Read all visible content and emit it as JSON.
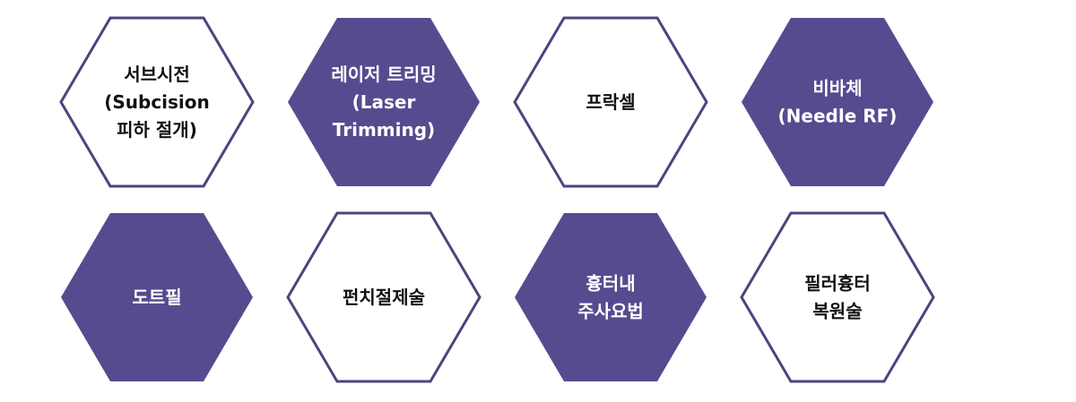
{
  "colors": {
    "accent": "#574a8f",
    "outline": "#4e437f",
    "text_on_accent": "#ffffff",
    "text_on_white": "#111111"
  },
  "hexagons": [
    {
      "id": "subcision",
      "filled": false,
      "lines": [
        "서브시전",
        "(Subcision",
        "피하 절개)"
      ]
    },
    {
      "id": "laser-trimming",
      "filled": true,
      "lines": [
        "레이저 트리밍",
        "(Laser",
        "Trimming)"
      ]
    },
    {
      "id": "fraxel",
      "filled": false,
      "lines": [
        "프락셀"
      ]
    },
    {
      "id": "needle-rf",
      "filled": true,
      "lines": [
        "비바체",
        "(Needle RF)"
      ]
    },
    {
      "id": "dot-peel",
      "filled": true,
      "lines": [
        "도트필"
      ]
    },
    {
      "id": "punch-excision",
      "filled": false,
      "lines": [
        "펀치절제술"
      ]
    },
    {
      "id": "scar-injection",
      "filled": true,
      "lines": [
        "흉터내",
        "주사요법"
      ]
    },
    {
      "id": "filler-scar",
      "filled": false,
      "lines": [
        "필러흉터",
        "복원술"
      ]
    }
  ]
}
